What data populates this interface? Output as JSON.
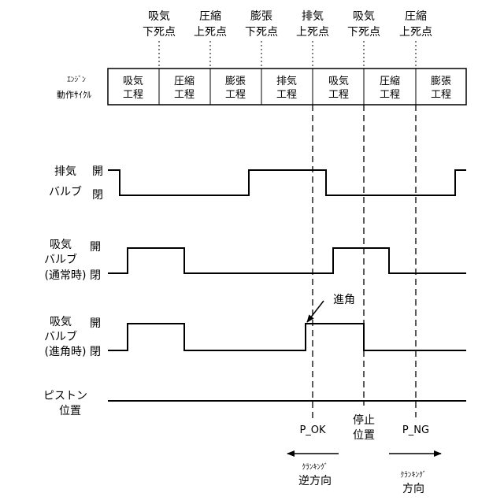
{
  "top_labels": [
    {
      "line1": "吸気",
      "line2": "下死点"
    },
    {
      "line1": "圧縮",
      "line2": "上死点"
    },
    {
      "line1": "膨張",
      "line2": "下死点"
    },
    {
      "line1": "排気",
      "line2": "上死点"
    },
    {
      "line1": "吸気",
      "line2": "下死点"
    },
    {
      "line1": "圧縮",
      "line2": "上死点"
    }
  ],
  "engine_cycle_label": {
    "line1": "ｴﾝｼﾞﾝ",
    "line2": "動作ｻｲｸﾙ"
  },
  "strokes": [
    {
      "line1": "吸気",
      "line2": "工程"
    },
    {
      "line1": "圧縮",
      "line2": "工程"
    },
    {
      "line1": "膨張",
      "line2": "工程"
    },
    {
      "line1": "排気",
      "line2": "工程"
    },
    {
      "line1": "吸気",
      "line2": "工程"
    },
    {
      "line1": "圧縮",
      "line2": "工程"
    },
    {
      "line1": "膨張",
      "line2": "工程"
    }
  ],
  "rows": {
    "exhaust": {
      "line1": "排気",
      "line2": "バルブ",
      "open": "開",
      "closed": "閉"
    },
    "intake_normal": {
      "line1": "吸気",
      "line2": "バルブ",
      "line3": "(通常時)",
      "open": "開",
      "closed": "閉"
    },
    "intake_advanced": {
      "line1": "吸気",
      "line2": "バルブ",
      "line3": "(進角時)",
      "open": "開",
      "closed": "閉"
    },
    "piston": {
      "line1": "ピストン",
      "line2": "位置"
    }
  },
  "advance_label": "進角",
  "p_ok": "P_OK",
  "stop_position": {
    "line1": "停止",
    "line2": "位置"
  },
  "p_ng": "P_NG",
  "reverse_cranking": {
    "line1": "ｸﾗﾝｷﾝｸﾞ",
    "line2": "逆方向"
  },
  "cranking": {
    "line1": "ｸﾗﾝｷﾝｸﾞ",
    "line2": "方向"
  }
}
